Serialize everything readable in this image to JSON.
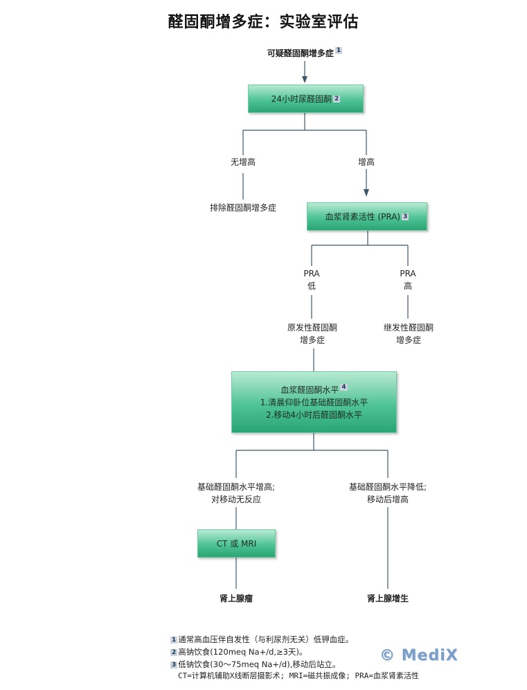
{
  "title": "醛固酮增多症：实验室评估",
  "start": {
    "label": "可疑醛固酮增多症",
    "ref": "1"
  },
  "box_urine": {
    "label": "24小时尿醛固酮",
    "ref": "2"
  },
  "branch_no_increase": "无增高",
  "branch_increase": "增高",
  "exclude": "排除醛固酮增多症",
  "box_pra": {
    "label": "血浆肾素活性 (PRA)",
    "ref": "3"
  },
  "pra_low": {
    "line1": "PRA",
    "line2": "低"
  },
  "pra_high": {
    "line1": "PRA",
    "line2": "高"
  },
  "primary": {
    "line1": "原发性醛固酮",
    "line2": "增多症"
  },
  "secondary": {
    "line1": "继发性醛固酮",
    "line2": "增多症"
  },
  "box_plasma": {
    "label": "血浆醛固酮水平",
    "ref": "4",
    "item1": "1.清晨仰卧位基础醛固酮水平",
    "item2": "2.移动4小时后醛固酮水平"
  },
  "basal_high": {
    "line1": "基础醛固酮水平增高;",
    "line2": "对移动无反应"
  },
  "basal_low": {
    "line1": "基础醛固酮水平降低;",
    "line2": "移动后增高"
  },
  "box_ct": {
    "label": "CT 或  MRI"
  },
  "adenoma": "肾上腺瘤",
  "hyperplasia": "肾上腺增生",
  "footnotes": [
    {
      "ref": "1",
      "text": "通常高血压伴自发性（与利尿剂无关）低钾血症。"
    },
    {
      "ref": "2",
      "text": "高钠饮食(120meq  Na+/d,≥3天)。"
    },
    {
      "ref": "3",
      "text": "低钠饮食(30～75meq  Na+/d),移动后站立。"
    },
    {
      "ref": "",
      "text": "CT=计算机辅助X线断层摄影术; MRI=磁共振成像; PRA=血浆肾素活性"
    }
  ],
  "watermark": "© MediX",
  "colors": {
    "box_top": "#b9ead4",
    "box_mid": "#4fc396",
    "box_bottom": "#2aa574",
    "line": "#3d5566",
    "arrow": "#3d5566",
    "watermark": "#7b9ec6"
  }
}
